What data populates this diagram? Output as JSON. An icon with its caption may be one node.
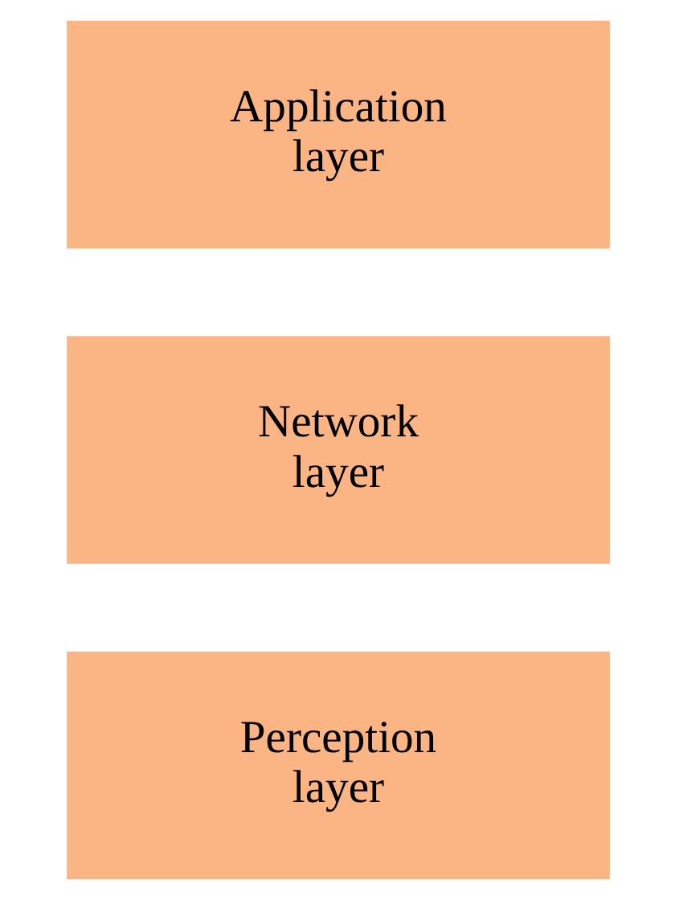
{
  "diagram": {
    "nodes": [
      {
        "text": [
          "Application layer"
        ]
      },
      {
        "text": [
          "Network layer"
        ]
      },
      {
        "text": [
          "Perception layer"
        ]
      }
    ]
  }
}
